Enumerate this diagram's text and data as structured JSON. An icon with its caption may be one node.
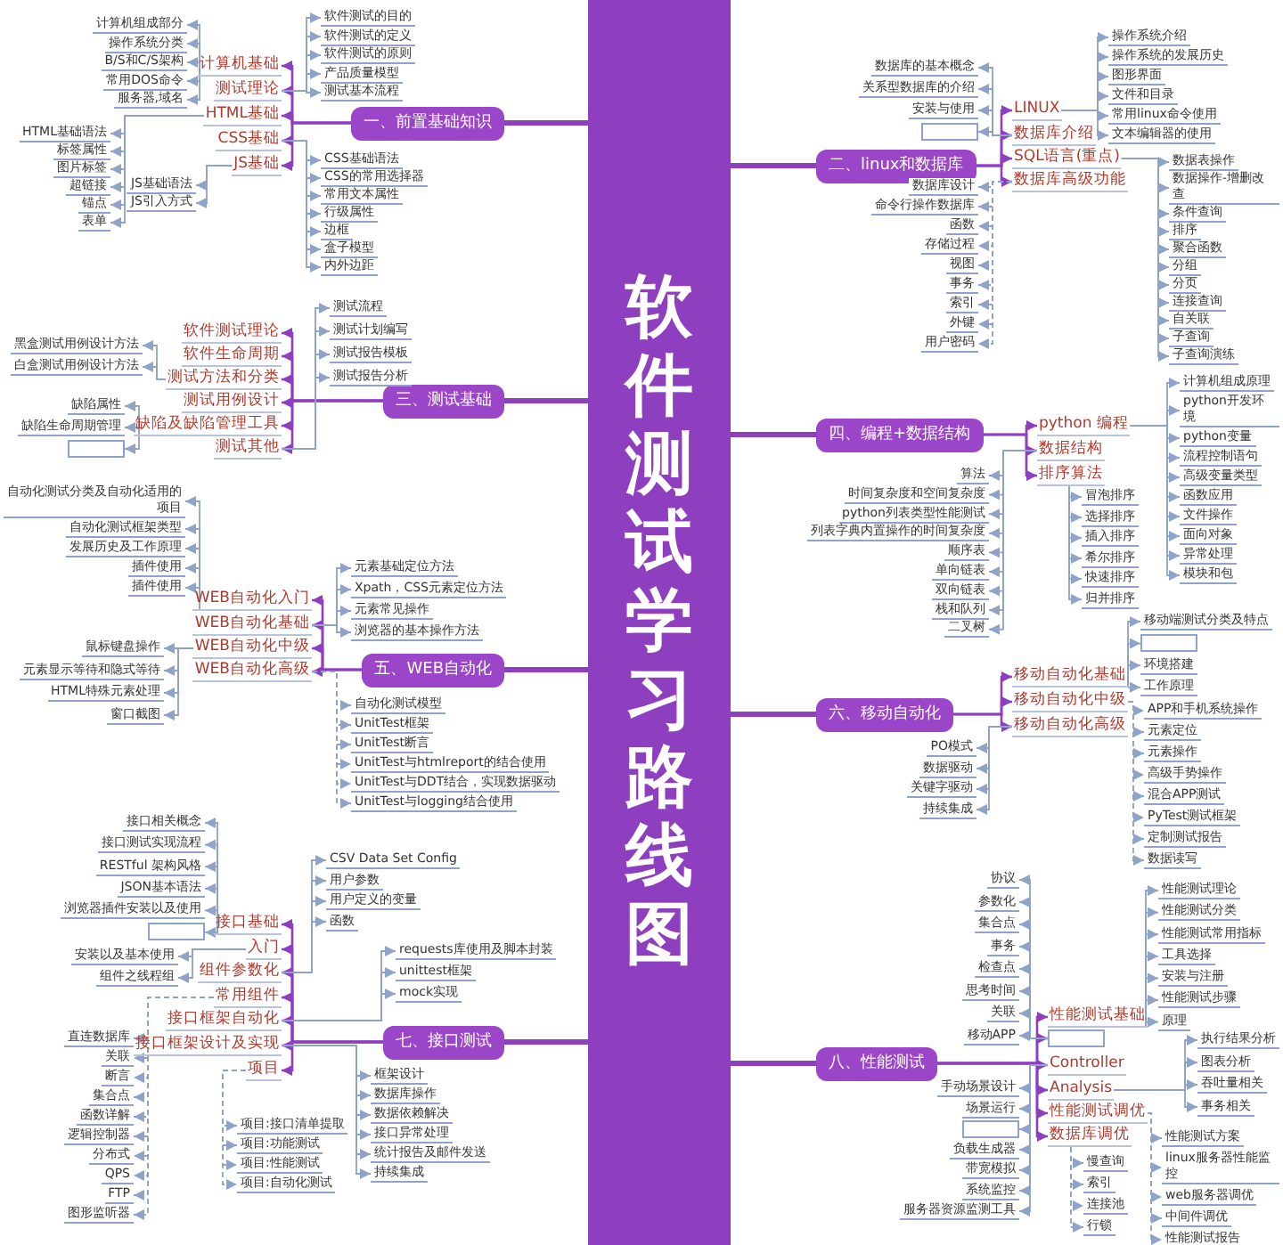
{
  "diagram": {
    "nodes": [
      {
        "text": [
          "软件测试学习路线图"
        ]
      },
      {
        "text": [
          "一、前置基础知识"
        ]
      },
      {
        "text": [
          "计算机基础"
        ]
      },
      {
        "text": [
          "测试理论"
        ]
      },
      {
        "text": [
          "HTML基础"
        ]
      },
      {
        "text": [
          "CSS基础"
        ]
      },
      {
        "text": [
          "JS基础"
        ]
      },
      {
        "text": [
          "计算机组成部分"
        ]
      },
      {
        "text": [
          "操作系统分类"
        ]
      },
      {
        "text": [
          "B/S和C/S架构"
        ]
      },
      {
        "text": [
          "常用DOS命令"
        ]
      },
      {
        "text": [
          "服务器,域名"
        ]
      },
      {
        "text": [
          "软件测试的目的"
        ]
      },
      {
        "text": [
          "软件测试的定义"
        ]
      },
      {
        "text": [
          "软件测试的原则"
        ]
      },
      {
        "text": [
          "产品质量模型"
        ]
      },
      {
        "text": [
          "测试基本流程"
        ]
      },
      {
        "text": [
          "HTML基础语法"
        ]
      },
      {
        "text": [
          "标签属性"
        ]
      },
      {
        "text": [
          "图片标签"
        ]
      },
      {
        "text": [
          "超链接"
        ]
      },
      {
        "text": [
          "锚点"
        ]
      },
      {
        "text": [
          "表单"
        ]
      },
      {
        "text": [
          "CSS基础语法"
        ]
      },
      {
        "text": [
          "CSS的常用选择器"
        ]
      },
      {
        "text": [
          "常用文本属性"
        ]
      },
      {
        "text": [
          "行级属性"
        ]
      },
      {
        "text": [
          "边框"
        ]
      },
      {
        "text": [
          "盒子模型"
        ]
      },
      {
        "text": [
          "内外边距"
        ]
      },
      {
        "text": [
          "JS基础语法"
        ]
      },
      {
        "text": [
          "JS引入方式"
        ]
      },
      {
        "text": [
          "二、linux和数据库"
        ]
      },
      {
        "text": [
          "LINUX"
        ]
      },
      {
        "text": [
          "数据库介绍"
        ]
      },
      {
        "text": [
          "SQL语言(重点)"
        ]
      },
      {
        "text": [
          "数据库高级功能"
        ]
      },
      {
        "text": [
          "操作系统介绍"
        ]
      },
      {
        "text": [
          "操作系统的发展历史"
        ]
      },
      {
        "text": [
          "图形界面"
        ]
      },
      {
        "text": [
          "文件和目录"
        ]
      },
      {
        "text": [
          "常用linux命令使用"
        ]
      },
      {
        "text": [
          "文本编辑器的使用"
        ]
      },
      {
        "text": [
          "数据库的基本概念"
        ]
      },
      {
        "text": [
          "关系型数据库的介绍"
        ]
      },
      {
        "text": [
          "安装与使用"
        ]
      },
      {
        "text": [],
        "shape": "box"
      },
      {
        "text": [
          "数据表操作"
        ]
      },
      {
        "text": [
          "数据操作-增删改查"
        ]
      },
      {
        "text": [
          "条件查询"
        ]
      },
      {
        "text": [
          "排序"
        ]
      },
      {
        "text": [
          "聚合函数"
        ]
      },
      {
        "text": [
          "分组"
        ]
      },
      {
        "text": [
          "分页"
        ]
      },
      {
        "text": [
          "连接查询"
        ]
      },
      {
        "text": [
          "自关联"
        ]
      },
      {
        "text": [
          "子查询"
        ]
      },
      {
        "text": [
          "子查询演练"
        ]
      },
      {
        "text": [
          "数据库设计"
        ]
      },
      {
        "text": [
          "命令行操作数据库"
        ]
      },
      {
        "text": [
          "函数"
        ]
      },
      {
        "text": [
          "存储过程"
        ]
      },
      {
        "text": [
          "视图"
        ]
      },
      {
        "text": [
          "事务"
        ]
      },
      {
        "text": [
          "索引"
        ]
      },
      {
        "text": [
          "外键"
        ]
      },
      {
        "text": [
          "用户密码"
        ]
      },
      {
        "text": [
          "三、测试基础"
        ]
      },
      {
        "text": [
          "软件测试理论"
        ]
      },
      {
        "text": [
          "软件生命周期"
        ]
      },
      {
        "text": [
          "测试方法和分类"
        ]
      },
      {
        "text": [
          "测试用例设计"
        ]
      },
      {
        "text": [
          "缺陷及缺陷管理工具"
        ]
      },
      {
        "text": [
          "测试其他"
        ]
      },
      {
        "text": [
          "黑盒测试用例设计方法"
        ]
      },
      {
        "text": [
          "白盒测试用例设计方法"
        ]
      },
      {
        "text": [
          "缺陷属性"
        ]
      },
      {
        "text": [
          "缺陷生命周期管理"
        ]
      },
      {
        "text": [],
        "shape": "box"
      },
      {
        "text": [
          "测试流程"
        ]
      },
      {
        "text": [
          "测试计划编写"
        ]
      },
      {
        "text": [
          "测试报告模板"
        ]
      },
      {
        "text": [
          "测试报告分析"
        ]
      },
      {
        "text": [
          "四、编程+数据结构"
        ]
      },
      {
        "text": [
          "python 编程"
        ]
      },
      {
        "text": [
          "数据结构"
        ]
      },
      {
        "text": [
          "排序算法"
        ]
      },
      {
        "text": [
          "计算机组成原理"
        ]
      },
      {
        "text": [
          "python开发环境"
        ]
      },
      {
        "text": [
          "python变量"
        ]
      },
      {
        "text": [
          "流程控制语句"
        ]
      },
      {
        "text": [
          "高级变量类型"
        ]
      },
      {
        "text": [
          "函数应用"
        ]
      },
      {
        "text": [
          "文件操作"
        ]
      },
      {
        "text": [
          "面向对象"
        ]
      },
      {
        "text": [
          "异常处理"
        ]
      },
      {
        "text": [
          "模块和包"
        ]
      },
      {
        "text": [
          "算法"
        ]
      },
      {
        "text": [
          "时间复杂度和空间复杂度"
        ]
      },
      {
        "text": [
          "python列表类型性能测试"
        ]
      },
      {
        "text": [
          "列表字典内置操作的时间复杂度"
        ]
      },
      {
        "text": [
          "顺序表"
        ]
      },
      {
        "text": [
          "单向链表"
        ]
      },
      {
        "text": [
          "双向链表"
        ]
      },
      {
        "text": [
          "栈和队列"
        ]
      },
      {
        "text": [
          "二叉树"
        ]
      },
      {
        "text": [
          "冒泡排序"
        ]
      },
      {
        "text": [
          "选择排序"
        ]
      },
      {
        "text": [
          "插入排序"
        ]
      },
      {
        "text": [
          "希尔排序"
        ]
      },
      {
        "text": [
          "快速排序"
        ]
      },
      {
        "text": [
          "归并排序"
        ]
      },
      {
        "text": [
          "五、WEB自动化"
        ]
      },
      {
        "text": [
          "WEB自动化入门"
        ]
      },
      {
        "text": [
          "WEB自动化基础"
        ]
      },
      {
        "text": [
          "WEB自动化中级"
        ]
      },
      {
        "text": [
          "WEB自动化高级"
        ]
      },
      {
        "text": [
          "自动化测试分类及自动化适用的项目"
        ]
      },
      {
        "text": [
          "自动化测试框架类型"
        ]
      },
      {
        "text": [
          "发展历史及工作原理"
        ]
      },
      {
        "text": [
          "插件使用"
        ]
      },
      {
        "text": [
          "插件使用"
        ]
      },
      {
        "text": [
          "元素基础定位方法"
        ]
      },
      {
        "text": [
          "Xpath，CSS元素定位方法"
        ]
      },
      {
        "text": [
          "元素常见操作"
        ]
      },
      {
        "text": [
          "浏览器的基本操作方法"
        ]
      },
      {
        "text": [
          "鼠标键盘操作"
        ]
      },
      {
        "text": [
          "元素显示等待和隐式等待"
        ]
      },
      {
        "text": [
          "HTML特殊元素处理"
        ]
      },
      {
        "text": [
          "窗口截图"
        ]
      },
      {
        "text": [
          "自动化测试模型"
        ]
      },
      {
        "text": [
          "UnitTest框架"
        ]
      },
      {
        "text": [
          "UnitTest断言"
        ]
      },
      {
        "text": [
          "UnitTest与htmlreport的结合使用"
        ]
      },
      {
        "text": [
          "UnitTest与DDT结合，实现数据驱动"
        ]
      },
      {
        "text": [
          "UnitTest与logging结合使用"
        ]
      },
      {
        "text": [
          "六、移动自动化"
        ]
      },
      {
        "text": [
          "移动自动化基础"
        ]
      },
      {
        "text": [
          "移动自动化中级"
        ]
      },
      {
        "text": [
          "移动自动化高级"
        ]
      },
      {
        "text": [
          "移动端测试分类及特点"
        ]
      },
      {
        "text": [],
        "shape": "box"
      },
      {
        "text": [
          "环境搭建"
        ]
      },
      {
        "text": [
          "工作原理"
        ]
      },
      {
        "text": [
          "APP和手机系统操作"
        ]
      },
      {
        "text": [
          "元素定位"
        ]
      },
      {
        "text": [
          "元素操作"
        ]
      },
      {
        "text": [
          "高级手势操作"
        ]
      },
      {
        "text": [
          "混合APP测试"
        ]
      },
      {
        "text": [
          "PyTest测试框架"
        ]
      },
      {
        "text": [
          "定制测试报告"
        ]
      },
      {
        "text": [
          "数据读写"
        ]
      },
      {
        "text": [
          "PO模式"
        ]
      },
      {
        "text": [
          "数据驱动"
        ]
      },
      {
        "text": [
          "关键字驱动"
        ]
      },
      {
        "text": [
          "持续集成"
        ]
      },
      {
        "text": [
          "七、接口测试"
        ]
      },
      {
        "text": [
          "接口基础"
        ]
      },
      {
        "text": [
          "入门"
        ]
      },
      {
        "text": [
          "组件参数化"
        ]
      },
      {
        "text": [
          "常用组件"
        ]
      },
      {
        "text": [
          "接口框架自动化"
        ]
      },
      {
        "text": [
          "接口框架设计及实现"
        ]
      },
      {
        "text": [
          "项目"
        ]
      },
      {
        "text": [
          "接口相关概念"
        ]
      },
      {
        "text": [
          "接口测试实现流程"
        ]
      },
      {
        "text": [
          "RESTful 架构风格"
        ]
      },
      {
        "text": [
          "JSON基本语法"
        ]
      },
      {
        "text": [
          "浏览器插件安装以及使用"
        ]
      },
      {
        "text": [],
        "shape": "box"
      },
      {
        "text": [
          "安装以及基本使用"
        ]
      },
      {
        "text": [
          "组件之线程组"
        ]
      },
      {
        "text": [
          "CSV Data Set Config"
        ]
      },
      {
        "text": [
          "用户参数"
        ]
      },
      {
        "text": [
          "用户定义的变量"
        ]
      },
      {
        "text": [
          "函数"
        ]
      },
      {
        "text": [
          "直连数据库"
        ]
      },
      {
        "text": [
          "关联"
        ]
      },
      {
        "text": [
          "断言"
        ]
      },
      {
        "text": [
          "集合点"
        ]
      },
      {
        "text": [
          "函数详解"
        ]
      },
      {
        "text": [
          "逻辑控制器"
        ]
      },
      {
        "text": [
          "分布式"
        ]
      },
      {
        "text": [
          "QPS"
        ]
      },
      {
        "text": [
          "FTP"
        ]
      },
      {
        "text": [
          "图形监听器"
        ]
      },
      {
        "text": [
          "requests库使用及脚本封装"
        ]
      },
      {
        "text": [
          "unittest框架"
        ]
      },
      {
        "text": [
          "mock实现"
        ]
      },
      {
        "text": [
          "框架设计"
        ]
      },
      {
        "text": [
          "数据库操作"
        ]
      },
      {
        "text": [
          "数据依赖解决"
        ]
      },
      {
        "text": [
          "接口异常处理"
        ]
      },
      {
        "text": [
          "统计报告及邮件发送"
        ]
      },
      {
        "text": [
          "持续集成"
        ]
      },
      {
        "text": [
          "项目:接口清单提取"
        ]
      },
      {
        "text": [
          "项目:功能测试"
        ]
      },
      {
        "text": [
          "项目:性能测试"
        ]
      },
      {
        "text": [
          "项目:自动化测试"
        ]
      },
      {
        "text": [
          "八、性能测试"
        ]
      },
      {
        "text": [
          "性能测试基础"
        ]
      },
      {
        "text": [],
        "shape": "box"
      },
      {
        "text": [
          "Controller"
        ]
      },
      {
        "text": [
          "Analysis"
        ]
      },
      {
        "text": [
          "性能测试调优"
        ]
      },
      {
        "text": [
          "数据库调优"
        ]
      },
      {
        "text": [
          "性能测试理论"
        ]
      },
      {
        "text": [
          "性能测试分类"
        ]
      },
      {
        "text": [
          "性能测试常用指标"
        ]
      },
      {
        "text": [
          "工具选择"
        ]
      },
      {
        "text": [
          "安装与注册"
        ]
      },
      {
        "text": [
          "性能测试步骤"
        ]
      },
      {
        "text": [
          "原理"
        ]
      },
      {
        "text": [
          "协议"
        ]
      },
      {
        "text": [
          "参数化"
        ]
      },
      {
        "text": [
          "集合点"
        ]
      },
      {
        "text": [
          "事务"
        ]
      },
      {
        "text": [
          "检查点"
        ]
      },
      {
        "text": [
          "思考时间"
        ]
      },
      {
        "text": [
          "关联"
        ]
      },
      {
        "text": [
          "移动APP"
        ]
      },
      {
        "text": [
          "手动场景设计"
        ]
      },
      {
        "text": [
          "场景运行"
        ]
      },
      {
        "text": [],
        "shape": "box"
      },
      {
        "text": [
          "负载生成器"
        ]
      },
      {
        "text": [
          "带宽模拟"
        ]
      },
      {
        "text": [
          "系统监控"
        ]
      },
      {
        "text": [
          "服务器资源监测工具"
        ]
      },
      {
        "text": [
          "执行结果分析"
        ]
      },
      {
        "text": [
          "图表分析"
        ]
      },
      {
        "text": [
          "吞吐量相关"
        ]
      },
      {
        "text": [
          "事务相关"
        ]
      },
      {
        "text": [
          "性能测试方案"
        ]
      },
      {
        "text": [
          "linux服务器性能监控"
        ]
      },
      {
        "text": [
          "web服务器调优"
        ]
      },
      {
        "text": [
          "中间件调优"
        ]
      },
      {
        "text": [
          "性能测试报告"
        ]
      },
      {
        "text": [
          "慢查询"
        ]
      },
      {
        "text": [
          "索引"
        ]
      },
      {
        "text": [
          "连接池"
        ]
      },
      {
        "text": [
          "行锁"
        ]
      }
    ],
    "edges": [
      {
        "from": 0,
        "to": 1,
        "arrow": "none",
        "style": "thick",
        "color": "#8e3fc0"
      },
      {
        "from": 0,
        "to": 32,
        "arrow": "none",
        "style": "thick",
        "color": "#8e3fc0"
      },
      {
        "from": 0,
        "to": 67,
        "arrow": "none",
        "style": "thick",
        "color": "#8e3fc0"
      },
      {
        "from": 0,
        "to": 83,
        "arrow": "none",
        "style": "thick",
        "color": "#8e3fc0"
      },
      {
        "from": 0,
        "to": 112,
        "arrow": "none",
        "style": "thick",
        "color": "#8e3fc0"
      },
      {
        "from": 0,
        "to": 136,
        "arrow": "none",
        "style": "thick",
        "color": "#8e3fc0"
      },
      {
        "from": 0,
        "to": 156,
        "arrow": "none",
        "style": "thick",
        "color": "#8e3fc0"
      },
      {
        "from": 0,
        "to": 199,
        "arrow": "none",
        "style": "thick",
        "color": "#8e3fc0"
      },
      {
        "from": 1,
        "to": 2,
        "arrow": "to",
        "color": "#8e3fc0"
      },
      {
        "from": 1,
        "to": 3,
        "arrow": "to",
        "color": "#8e3fc0"
      },
      {
        "from": 1,
        "to": 4,
        "arrow": "to",
        "color": "#8e3fc0"
      },
      {
        "from": 1,
        "to": 5,
        "arrow": "to",
        "color": "#8e3fc0"
      },
      {
        "from": 1,
        "to": 6,
        "arrow": "to",
        "color": "#8e3fc0"
      },
      {
        "from": 2,
        "to": 7,
        "arrow": "to"
      },
      {
        "from": 2,
        "to": 8,
        "arrow": "to"
      },
      {
        "from": 2,
        "to": 9,
        "arrow": "to"
      },
      {
        "from": 2,
        "to": 10,
        "arrow": "to"
      },
      {
        "from": 2,
        "to": 11,
        "arrow": "to"
      },
      {
        "from": 3,
        "to": 12,
        "arrow": "to"
      },
      {
        "from": 3,
        "to": 13,
        "arrow": "to"
      },
      {
        "from": 3,
        "to": 14,
        "arrow": "to"
      },
      {
        "from": 3,
        "to": 15,
        "arrow": "to"
      },
      {
        "from": 3,
        "to": 16,
        "arrow": "to"
      },
      {
        "from": 4,
        "to": 17,
        "arrow": "to"
      },
      {
        "from": 4,
        "to": 18,
        "arrow": "to"
      },
      {
        "from": 4,
        "to": 19,
        "arrow": "to"
      },
      {
        "from": 4,
        "to": 20,
        "arrow": "to"
      },
      {
        "from": 4,
        "to": 21,
        "arrow": "to"
      },
      {
        "from": 4,
        "to": 22,
        "arrow": "to"
      },
      {
        "from": 5,
        "to": 23,
        "arrow": "to"
      },
      {
        "from": 5,
        "to": 24,
        "arrow": "to"
      },
      {
        "from": 5,
        "to": 25,
        "arrow": "to"
      },
      {
        "from": 5,
        "to": 26,
        "arrow": "to"
      },
      {
        "from": 5,
        "to": 27,
        "arrow": "to"
      },
      {
        "from": 5,
        "to": 28,
        "arrow": "to"
      },
      {
        "from": 5,
        "to": 29,
        "arrow": "to"
      },
      {
        "from": 6,
        "to": 30,
        "arrow": "to"
      },
      {
        "from": 6,
        "to": 31,
        "arrow": "to"
      },
      {
        "from": 32,
        "to": 33,
        "arrow": "to",
        "color": "#8e3fc0"
      },
      {
        "from": 32,
        "to": 34,
        "arrow": "to",
        "color": "#8e3fc0"
      },
      {
        "from": 32,
        "to": 35,
        "arrow": "to",
        "color": "#8e3fc0"
      },
      {
        "from": 32,
        "to": 36,
        "arrow": "to",
        "color": "#8e3fc0"
      },
      {
        "from": 33,
        "to": 37,
        "arrow": "to"
      },
      {
        "from": 33,
        "to": 38,
        "arrow": "to"
      },
      {
        "from": 33,
        "to": 39,
        "arrow": "to"
      },
      {
        "from": 33,
        "to": 40,
        "arrow": "to"
      },
      {
        "from": 33,
        "to": 41,
        "arrow": "to"
      },
      {
        "from": 33,
        "to": 42,
        "arrow": "to"
      },
      {
        "from": 34,
        "to": 43,
        "arrow": "to"
      },
      {
        "from": 34,
        "to": 44,
        "arrow": "to"
      },
      {
        "from": 34,
        "to": 45,
        "arrow": "to"
      },
      {
        "from": 34,
        "to": 46,
        "arrow": "to"
      },
      {
        "from": 35,
        "to": 47,
        "arrow": "to"
      },
      {
        "from": 35,
        "to": 48,
        "arrow": "to"
      },
      {
        "from": 35,
        "to": 49,
        "arrow": "to"
      },
      {
        "from": 35,
        "to": 50,
        "arrow": "to"
      },
      {
        "from": 35,
        "to": 51,
        "arrow": "to"
      },
      {
        "from": 35,
        "to": 52,
        "arrow": "to"
      },
      {
        "from": 35,
        "to": 53,
        "arrow": "to"
      },
      {
        "from": 35,
        "to": 54,
        "arrow": "to"
      },
      {
        "from": 35,
        "to": 55,
        "arrow": "to"
      },
      {
        "from": 35,
        "to": 56,
        "arrow": "to"
      },
      {
        "from": 35,
        "to": 57,
        "arrow": "to"
      },
      {
        "from": 36,
        "to": 58,
        "arrow": "to",
        "style": "dashed"
      },
      {
        "from": 36,
        "to": 59,
        "arrow": "to",
        "style": "dashed"
      },
      {
        "from": 36,
        "to": 60,
        "arrow": "to",
        "style": "dashed"
      },
      {
        "from": 36,
        "to": 61,
        "arrow": "to",
        "style": "dashed"
      },
      {
        "from": 36,
        "to": 62,
        "arrow": "to",
        "style": "dashed"
      },
      {
        "from": 36,
        "to": 63,
        "arrow": "to",
        "style": "dashed"
      },
      {
        "from": 36,
        "to": 64,
        "arrow": "to",
        "style": "dashed"
      },
      {
        "from": 36,
        "to": 65,
        "arrow": "to",
        "style": "dashed"
      },
      {
        "from": 36,
        "to": 66,
        "arrow": "to",
        "style": "dashed"
      },
      {
        "from": 67,
        "to": 68,
        "arrow": "to",
        "color": "#8e3fc0"
      },
      {
        "from": 67,
        "to": 69,
        "arrow": "to",
        "color": "#8e3fc0"
      },
      {
        "from": 67,
        "to": 70,
        "arrow": "to",
        "color": "#8e3fc0"
      },
      {
        "from": 67,
        "to": 71,
        "arrow": "to",
        "color": "#8e3fc0"
      },
      {
        "from": 67,
        "to": 72,
        "arrow": "to",
        "color": "#8e3fc0"
      },
      {
        "from": 67,
        "to": 73,
        "arrow": "to",
        "color": "#8e3fc0"
      },
      {
        "from": 70,
        "to": 74,
        "arrow": "to"
      },
      {
        "from": 70,
        "to": 75,
        "arrow": "to"
      },
      {
        "from": 72,
        "to": 76,
        "arrow": "to"
      },
      {
        "from": 72,
        "to": 77,
        "arrow": "to"
      },
      {
        "from": 72,
        "to": 78,
        "arrow": "to"
      },
      {
        "from": 73,
        "to": 79,
        "arrow": "to"
      },
      {
        "from": 73,
        "to": 80,
        "arrow": "to"
      },
      {
        "from": 73,
        "to": 81,
        "arrow": "to"
      },
      {
        "from": 73,
        "to": 82,
        "arrow": "to"
      },
      {
        "from": 83,
        "to": 84,
        "arrow": "to",
        "color": "#8e3fc0"
      },
      {
        "from": 83,
        "to": 85,
        "arrow": "to",
        "color": "#8e3fc0"
      },
      {
        "from": 83,
        "to": 86,
        "arrow": "to",
        "color": "#8e3fc0"
      },
      {
        "from": 84,
        "to": 87,
        "arrow": "to"
      },
      {
        "from": 84,
        "to": 88,
        "arrow": "to"
      },
      {
        "from": 84,
        "to": 89,
        "arrow": "to"
      },
      {
        "from": 84,
        "to": 90,
        "arrow": "to"
      },
      {
        "from": 84,
        "to": 91,
        "arrow": "to"
      },
      {
        "from": 84,
        "to": 92,
        "arrow": "to"
      },
      {
        "from": 84,
        "to": 93,
        "arrow": "to"
      },
      {
        "from": 84,
        "to": 94,
        "arrow": "to"
      },
      {
        "from": 84,
        "to": 95,
        "arrow": "to"
      },
      {
        "from": 84,
        "to": 96,
        "arrow": "to"
      },
      {
        "from": 85,
        "to": 97,
        "arrow": "to"
      },
      {
        "from": 85,
        "to": 98,
        "arrow": "to"
      },
      {
        "from": 85,
        "to": 99,
        "arrow": "to"
      },
      {
        "from": 85,
        "to": 100,
        "arrow": "to"
      },
      {
        "from": 85,
        "to": 101,
        "arrow": "to"
      },
      {
        "from": 85,
        "to": 102,
        "arrow": "to"
      },
      {
        "from": 85,
        "to": 103,
        "arrow": "to"
      },
      {
        "from": 85,
        "to": 104,
        "arrow": "to"
      },
      {
        "from": 85,
        "to": 105,
        "arrow": "to"
      },
      {
        "from": 86,
        "to": 106,
        "arrow": "to"
      },
      {
        "from": 86,
        "to": 107,
        "arrow": "to"
      },
      {
        "from": 86,
        "to": 108,
        "arrow": "to"
      },
      {
        "from": 86,
        "to": 109,
        "arrow": "to"
      },
      {
        "from": 86,
        "to": 110,
        "arrow": "to"
      },
      {
        "from": 86,
        "to": 111,
        "arrow": "to"
      },
      {
        "from": 112,
        "to": 113,
        "arrow": "to",
        "color": "#8e3fc0"
      },
      {
        "from": 112,
        "to": 114,
        "arrow": "to",
        "color": "#8e3fc0"
      },
      {
        "from": 112,
        "to": 115,
        "arrow": "to",
        "color": "#8e3fc0"
      },
      {
        "from": 112,
        "to": 116,
        "arrow": "to",
        "color": "#8e3fc0"
      },
      {
        "from": 113,
        "to": 117,
        "arrow": "to"
      },
      {
        "from": 113,
        "to": 118,
        "arrow": "to"
      },
      {
        "from": 113,
        "to": 119,
        "arrow": "to"
      },
      {
        "from": 113,
        "to": 120,
        "arrow": "to"
      },
      {
        "from": 113,
        "to": 121,
        "arrow": "to"
      },
      {
        "from": 114,
        "to": 122,
        "arrow": "to"
      },
      {
        "from": 114,
        "to": 123,
        "arrow": "to"
      },
      {
        "from": 114,
        "to": 124,
        "arrow": "to"
      },
      {
        "from": 114,
        "to": 125,
        "arrow": "to"
      },
      {
        "from": 115,
        "to": 126,
        "arrow": "to"
      },
      {
        "from": 115,
        "to": 127,
        "arrow": "to"
      },
      {
        "from": 115,
        "to": 128,
        "arrow": "to"
      },
      {
        "from": 115,
        "to": 129,
        "arrow": "to"
      },
      {
        "from": 116,
        "to": 130,
        "arrow": "to",
        "style": "dashed"
      },
      {
        "from": 116,
        "to": 131,
        "arrow": "to",
        "style": "dashed"
      },
      {
        "from": 116,
        "to": 132,
        "arrow": "to",
        "style": "dashed"
      },
      {
        "from": 116,
        "to": 133,
        "arrow": "to",
        "style": "dashed"
      },
      {
        "from": 116,
        "to": 134,
        "arrow": "to",
        "style": "dashed"
      },
      {
        "from": 116,
        "to": 135,
        "arrow": "to",
        "style": "dashed"
      },
      {
        "from": 136,
        "to": 137,
        "arrow": "to",
        "color": "#8e3fc0"
      },
      {
        "from": 136,
        "to": 138,
        "arrow": "to",
        "color": "#8e3fc0"
      },
      {
        "from": 136,
        "to": 139,
        "arrow": "to",
        "color": "#8e3fc0"
      },
      {
        "from": 137,
        "to": 140,
        "arrow": "to"
      },
      {
        "from": 137,
        "to": 141,
        "arrow": "to"
      },
      {
        "from": 137,
        "to": 142,
        "arrow": "to"
      },
      {
        "from": 137,
        "to": 143,
        "arrow": "to"
      },
      {
        "from": 138,
        "to": 144,
        "arrow": "to",
        "style": "dashed"
      },
      {
        "from": 138,
        "to": 145,
        "arrow": "to",
        "style": "dashed"
      },
      {
        "from": 138,
        "to": 146,
        "arrow": "to",
        "style": "dashed"
      },
      {
        "from": 138,
        "to": 147,
        "arrow": "to",
        "style": "dashed"
      },
      {
        "from": 138,
        "to": 148,
        "arrow": "to",
        "style": "dashed"
      },
      {
        "from": 138,
        "to": 149,
        "arrow": "to",
        "style": "dashed"
      },
      {
        "from": 138,
        "to": 150,
        "arrow": "to",
        "style": "dashed"
      },
      {
        "from": 138,
        "to": 151,
        "arrow": "to",
        "style": "dashed"
      },
      {
        "from": 139,
        "to": 152,
        "arrow": "to"
      },
      {
        "from": 139,
        "to": 153,
        "arrow": "to"
      },
      {
        "from": 139,
        "to": 154,
        "arrow": "to"
      },
      {
        "from": 139,
        "to": 155,
        "arrow": "to"
      },
      {
        "from": 156,
        "to": 157,
        "arrow": "to",
        "color": "#8e3fc0"
      },
      {
        "from": 156,
        "to": 158,
        "arrow": "to",
        "color": "#8e3fc0"
      },
      {
        "from": 156,
        "to": 159,
        "arrow": "to",
        "color": "#8e3fc0"
      },
      {
        "from": 156,
        "to": 160,
        "arrow": "to",
        "color": "#8e3fc0"
      },
      {
        "from": 156,
        "to": 161,
        "arrow": "to",
        "color": "#8e3fc0"
      },
      {
        "from": 156,
        "to": 162,
        "arrow": "to",
        "color": "#8e3fc0"
      },
      {
        "from": 156,
        "to": 163,
        "arrow": "to",
        "color": "#8e3fc0"
      },
      {
        "from": 157,
        "to": 164,
        "arrow": "to"
      },
      {
        "from": 157,
        "to": 165,
        "arrow": "to"
      },
      {
        "from": 157,
        "to": 166,
        "arrow": "to"
      },
      {
        "from": 157,
        "to": 167,
        "arrow": "to"
      },
      {
        "from": 157,
        "to": 168,
        "arrow": "to"
      },
      {
        "from": 157,
        "to": 169,
        "arrow": "to"
      },
      {
        "from": 158,
        "to": 170,
        "arrow": "to"
      },
      {
        "from": 158,
        "to": 171,
        "arrow": "to"
      },
      {
        "from": 159,
        "to": 172,
        "arrow": "to"
      },
      {
        "from": 159,
        "to": 173,
        "arrow": "to"
      },
      {
        "from": 159,
        "to": 174,
        "arrow": "to"
      },
      {
        "from": 159,
        "to": 175,
        "arrow": "to"
      },
      {
        "from": 160,
        "to": 176,
        "arrow": "to",
        "style": "dashed"
      },
      {
        "from": 160,
        "to": 177,
        "arrow": "to",
        "style": "dashed"
      },
      {
        "from": 160,
        "to": 178,
        "arrow": "to",
        "style": "dashed"
      },
      {
        "from": 160,
        "to": 179,
        "arrow": "to",
        "style": "dashed"
      },
      {
        "from": 160,
        "to": 180,
        "arrow": "to",
        "style": "dashed"
      },
      {
        "from": 160,
        "to": 181,
        "arrow": "to",
        "style": "dashed"
      },
      {
        "from": 160,
        "to": 182,
        "arrow": "to",
        "style": "dashed"
      },
      {
        "from": 160,
        "to": 183,
        "arrow": "to",
        "style": "dashed"
      },
      {
        "from": 160,
        "to": 184,
        "arrow": "to",
        "style": "dashed"
      },
      {
        "from": 160,
        "to": 185,
        "arrow": "to",
        "style": "dashed"
      },
      {
        "from": 161,
        "to": 186,
        "arrow": "to"
      },
      {
        "from": 161,
        "to": 187,
        "arrow": "to"
      },
      {
        "from": 161,
        "to": 188,
        "arrow": "to"
      },
      {
        "from": 162,
        "to": 189,
        "arrow": "to"
      },
      {
        "from": 162,
        "to": 190,
        "arrow": "to"
      },
      {
        "from": 162,
        "to": 191,
        "arrow": "to"
      },
      {
        "from": 162,
        "to": 192,
        "arrow": "to"
      },
      {
        "from": 162,
        "to": 193,
        "arrow": "to"
      },
      {
        "from": 162,
        "to": 194,
        "arrow": "to"
      },
      {
        "from": 163,
        "to": 195,
        "arrow": "to",
        "style": "dashed"
      },
      {
        "from": 163,
        "to": 196,
        "arrow": "to",
        "style": "dashed"
      },
      {
        "from": 163,
        "to": 197,
        "arrow": "to",
        "style": "dashed"
      },
      {
        "from": 163,
        "to": 198,
        "arrow": "to",
        "style": "dashed"
      },
      {
        "from": 199,
        "to": 200,
        "arrow": "to",
        "color": "#8e3fc0"
      },
      {
        "from": 199,
        "to": 201,
        "arrow": "to",
        "color": "#8e3fc0"
      },
      {
        "from": 199,
        "to": 202,
        "arrow": "to",
        "color": "#8e3fc0"
      },
      {
        "from": 199,
        "to": 203,
        "arrow": "to",
        "color": "#8e3fc0"
      },
      {
        "from": 199,
        "to": 204,
        "arrow": "to",
        "color": "#8e3fc0"
      },
      {
        "from": 199,
        "to": 205,
        "arrow": "to",
        "color": "#8e3fc0"
      },
      {
        "from": 200,
        "to": 206,
        "arrow": "to"
      },
      {
        "from": 200,
        "to": 207,
        "arrow": "to"
      },
      {
        "from": 200,
        "to": 208,
        "arrow": "to"
      },
      {
        "from": 200,
        "to": 209,
        "arrow": "to"
      },
      {
        "from": 200,
        "to": 210,
        "arrow": "to"
      },
      {
        "from": 200,
        "to": 211,
        "arrow": "to"
      },
      {
        "from": 200,
        "to": 212,
        "arrow": "to"
      },
      {
        "from": 201,
        "to": 213,
        "arrow": "to"
      },
      {
        "from": 201,
        "to": 214,
        "arrow": "to"
      },
      {
        "from": 201,
        "to": 215,
        "arrow": "to"
      },
      {
        "from": 201,
        "to": 216,
        "arrow": "to"
      },
      {
        "from": 201,
        "to": 217,
        "arrow": "to"
      },
      {
        "from": 201,
        "to": 218,
        "arrow": "to"
      },
      {
        "from": 201,
        "to": 219,
        "arrow": "to"
      },
      {
        "from": 201,
        "to": 220,
        "arrow": "to"
      },
      {
        "from": 202,
        "to": 221,
        "arrow": "to"
      },
      {
        "from": 202,
        "to": 222,
        "arrow": "to"
      },
      {
        "from": 202,
        "to": 223,
        "arrow": "to"
      },
      {
        "from": 202,
        "to": 224,
        "arrow": "to"
      },
      {
        "from": 202,
        "to": 225,
        "arrow": "to"
      },
      {
        "from": 202,
        "to": 226,
        "arrow": "to"
      },
      {
        "from": 202,
        "to": 227,
        "arrow": "to"
      },
      {
        "from": 203,
        "to": 228,
        "arrow": "to"
      },
      {
        "from": 203,
        "to": 229,
        "arrow": "to"
      },
      {
        "from": 203,
        "to": 230,
        "arrow": "to"
      },
      {
        "from": 203,
        "to": 231,
        "arrow": "to"
      },
      {
        "from": 204,
        "to": 232,
        "arrow": "to",
        "style": "dashed"
      },
      {
        "from": 204,
        "to": 233,
        "arrow": "to",
        "style": "dashed"
      },
      {
        "from": 204,
        "to": 234,
        "arrow": "to",
        "style": "dashed"
      },
      {
        "from": 204,
        "to": 235,
        "arrow": "to",
        "style": "dashed"
      },
      {
        "from": 204,
        "to": 236,
        "arrow": "to",
        "style": "dashed"
      },
      {
        "from": 205,
        "to": 237,
        "arrow": "to",
        "style": "dashed"
      },
      {
        "from": 205,
        "to": 238,
        "arrow": "to",
        "style": "dashed"
      },
      {
        "from": 205,
        "to": 239,
        "arrow": "to",
        "style": "dashed"
      },
      {
        "from": 205,
        "to": 240,
        "arrow": "to",
        "style": "dashed"
      }
    ]
  }
}
